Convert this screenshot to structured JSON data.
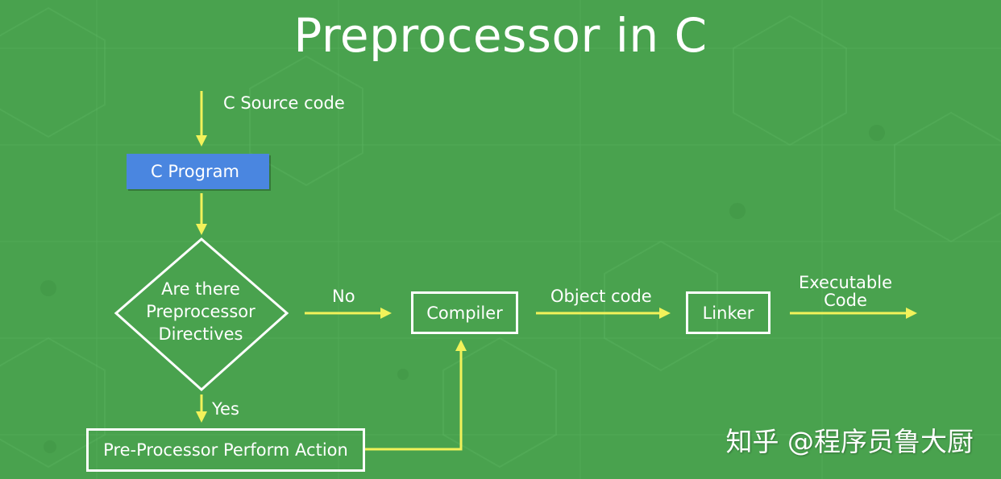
{
  "title": "Preprocessor in C",
  "colors": {
    "background": "#49a24e",
    "arrow": "#f2f25a",
    "program_box": "#4a86e0",
    "outline": "#ffffff"
  },
  "labels": {
    "source_code": "C Source code",
    "no": "No",
    "yes": "Yes",
    "object_code": "Object code",
    "executable_line1": "Executable",
    "executable_line2": "Code"
  },
  "nodes": {
    "c_program": "C Program",
    "decision_line1": "Are there",
    "decision_line2": "Preprocessor",
    "decision_line3": "Directives",
    "compiler": "Compiler",
    "linker": "Linker",
    "preprocessor_action": "Pre-Processor Perform Action"
  },
  "watermark": "知乎 @程序员鲁大厨"
}
